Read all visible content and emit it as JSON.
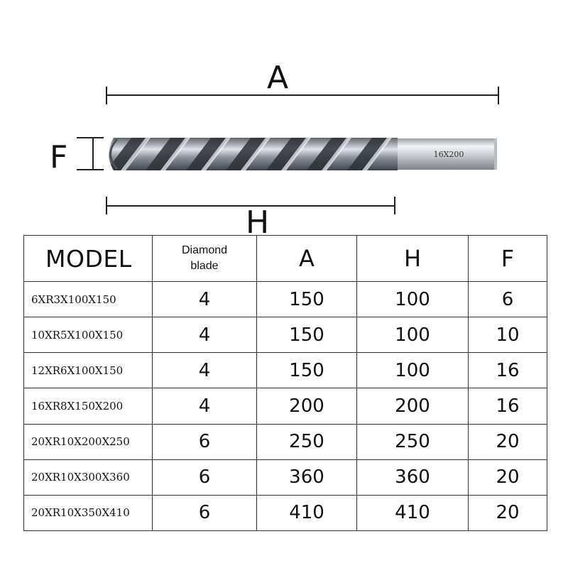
{
  "dimension_labels": {
    "a": "A",
    "f": "F",
    "h": "H"
  },
  "shank_marking": "16X200",
  "table": {
    "headers": {
      "model": "MODEL",
      "blade_line1": "Diamond",
      "blade_line2": "blade",
      "a": "A",
      "h": "H",
      "f": "F"
    },
    "rows": [
      {
        "model": "6XR3X100X150",
        "blade": "4",
        "a": "150",
        "h": "100",
        "f": "6"
      },
      {
        "model": "10XR5X100X150",
        "blade": "4",
        "a": "150",
        "h": "100",
        "f": "10"
      },
      {
        "model": "12XR6X100X150",
        "blade": "4",
        "a": "150",
        "h": "100",
        "f": "16"
      },
      {
        "model": "16XR8X150X200",
        "blade": "4",
        "a": "200",
        "h": "200",
        "f": "16"
      },
      {
        "model": "20XR10X200X250",
        "blade": "6",
        "a": "250",
        "h": "250",
        "f": "20"
      },
      {
        "model": "20XR10X300X360",
        "blade": "6",
        "a": "360",
        "h": "360",
        "f": "20"
      },
      {
        "model": "20XR10X350X410",
        "blade": "6",
        "a": "410",
        "h": "410",
        "f": "20"
      }
    ]
  }
}
